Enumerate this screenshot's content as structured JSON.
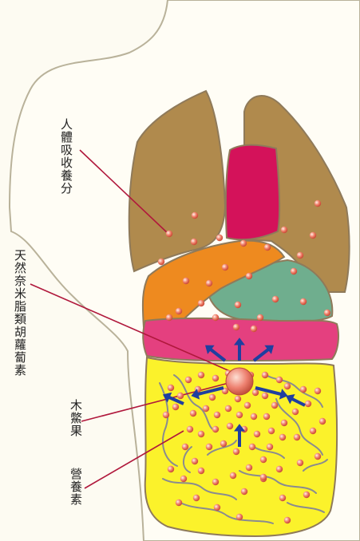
{
  "labels": {
    "absorb": "人體吸收養分",
    "carotene": "天然奈米脂類胡蘿蔔素",
    "momordica": "木鱉果",
    "nutrient": "營養素"
  },
  "colors": {
    "background": "#fdfbf2",
    "body": "#fffdf5",
    "body_outline": "#b9b29a",
    "lung": "#b08a4d",
    "heart": "#d4125a",
    "liver": "#ee8a1f",
    "stomach": "#6fae8e",
    "transverse_colon": "#e4407f",
    "intestine": "#fbf22b",
    "intestine_lines": "#8a8b90",
    "particle": "#f0806a",
    "arrow": "#1f3fa0",
    "leader_line": "#b0183c"
  },
  "icons": [
    "particle-dot-icon",
    "nutrient-flow-arrow-icon"
  ]
}
